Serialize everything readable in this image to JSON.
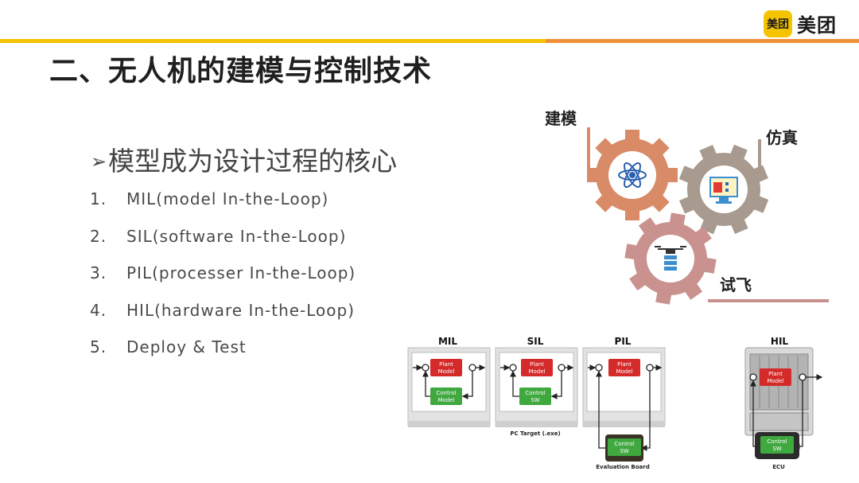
{
  "brand": {
    "badge": "美团",
    "name": "美团",
    "colors": {
      "yellow": "#f5c400",
      "orange": "#f0913a"
    }
  },
  "title": "二、无人机的建模与控制技术",
  "subtitle": {
    "arrow": "➢",
    "text": "模型成为设计过程的核心"
  },
  "loop_list": [
    {
      "num": "1.",
      "text": "MIL(model In-the-Loop)"
    },
    {
      "num": "2.",
      "text": "SIL(software In-the-Loop)"
    },
    {
      "num": "3.",
      "text": "PIL(processer In-the-Loop)"
    },
    {
      "num": "4.",
      "text": "HIL(hardware In-the-Loop)"
    },
    {
      "num": "5.",
      "text": "Deploy & Test"
    }
  ],
  "gears": {
    "modeling": {
      "label": "建模",
      "icon": "atom-icon",
      "color": "#d98b67"
    },
    "simulation": {
      "label": "仿真",
      "icon": "monitor-checklist-icon",
      "color": "#a89a8e"
    },
    "flight": {
      "label": "试飞",
      "icon": "drone-icon",
      "color": "#c9928f"
    }
  },
  "diagram": {
    "panels": {
      "mil": {
        "title": "MIL",
        "plant": [
          "Plant",
          "Model"
        ],
        "control": [
          "Control",
          "Model"
        ]
      },
      "sil": {
        "title": "SIL",
        "plant": [
          "Plant",
          "Model"
        ],
        "control": [
          "Control",
          "SW"
        ],
        "caption": "PC Target (.exe)"
      },
      "pil": {
        "title": "PIL",
        "plant": [
          "Plant",
          "Model"
        ],
        "control": [
          "Control",
          "SW"
        ],
        "caption": "Evaluation Board"
      },
      "hil": {
        "title": "HIL",
        "plant": [
          "Plant",
          "Model"
        ],
        "control": [
          "Control",
          "SW"
        ],
        "caption": "ECU"
      }
    },
    "colors": {
      "plant": "#d42a2a",
      "control": "#3fa83f",
      "frame": "#bdbdbd"
    }
  }
}
